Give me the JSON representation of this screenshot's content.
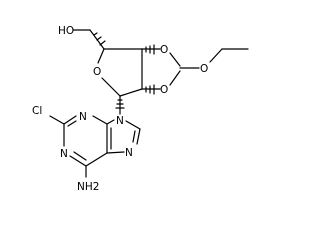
{
  "molecule": {
    "atom_labels": {
      "hydroxyl": "HO",
      "ring_oxygen": "O",
      "dioxolane_o1": "O",
      "dioxolane_o2": "O",
      "ethoxy_oxygen": "O",
      "n9": "N",
      "n7": "N",
      "n3": "N",
      "n1": "N",
      "chlorine": "Cl",
      "amine": "NH2"
    }
  }
}
